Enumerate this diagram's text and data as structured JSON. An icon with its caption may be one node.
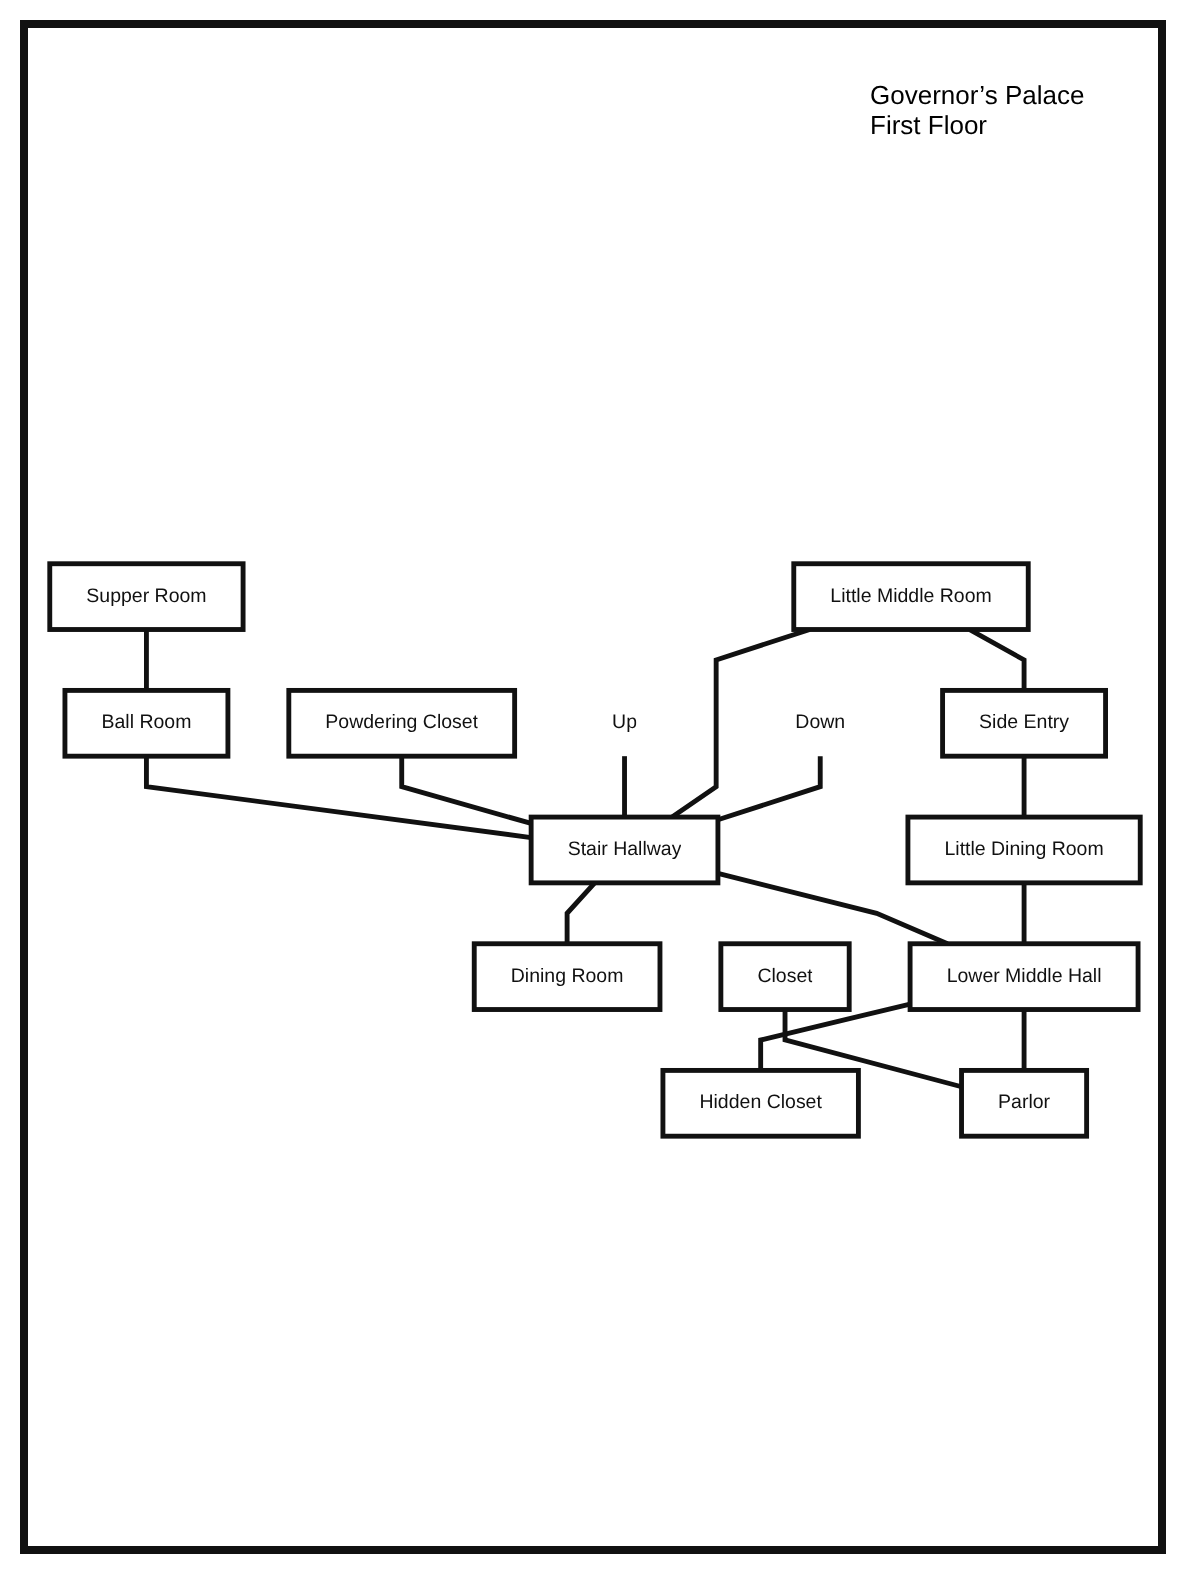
{
  "diagram": {
    "title": "Governor’s Palace First Floor",
    "nodes": [
      {
        "text": [
          "Supper Room"
        ]
      },
      {
        "text": [
          "Ball Room"
        ]
      },
      {
        "text": [
          "Powdering Closet"
        ]
      },
      {
        "text": [
          "Stair Hallway"
        ]
      },
      {
        "text": [
          "Up"
        ]
      },
      {
        "text": [
          "Dining Room"
        ]
      },
      {
        "text": [
          "Little Middle Room"
        ]
      },
      {
        "text": [
          "Side Entry"
        ]
      },
      {
        "text": [
          "Down"
        ]
      },
      {
        "text": [
          "Hidden Closet"
        ]
      },
      {
        "text": [
          "Closet"
        ]
      },
      {
        "text": [
          "Little Dining Room"
        ]
      },
      {
        "text": [
          "Lower Middle Hall"
        ]
      },
      {
        "text": [
          "Parlor"
        ]
      }
    ],
    "edges": [
      {
        "from": 0,
        "to": 1,
        "arrow": "none"
      },
      {
        "from": 1,
        "to": 3,
        "arrow": "none"
      },
      {
        "from": 2,
        "to": 3,
        "arrow": "none"
      },
      {
        "from": 4,
        "to": 3,
        "arrow": "none"
      },
      {
        "from": 3,
        "to": 5,
        "arrow": "none"
      },
      {
        "from": 6,
        "to": 3,
        "arrow": "none"
      },
      {
        "from": 6,
        "to": 7,
        "arrow": "none"
      },
      {
        "from": 8,
        "to": 3,
        "arrow": "none"
      },
      {
        "from": 7,
        "to": 11,
        "arrow": "none"
      },
      {
        "from": 3,
        "to": 12,
        "arrow": "none"
      },
      {
        "from": 12,
        "to": 9,
        "arrow": "none"
      },
      {
        "from": 10,
        "to": 13,
        "arrow": "none"
      },
      {
        "from": 11,
        "to": 12,
        "arrow": "none"
      },
      {
        "from": 12,
        "to": 13,
        "arrow": "none"
      }
    ]
  }
}
